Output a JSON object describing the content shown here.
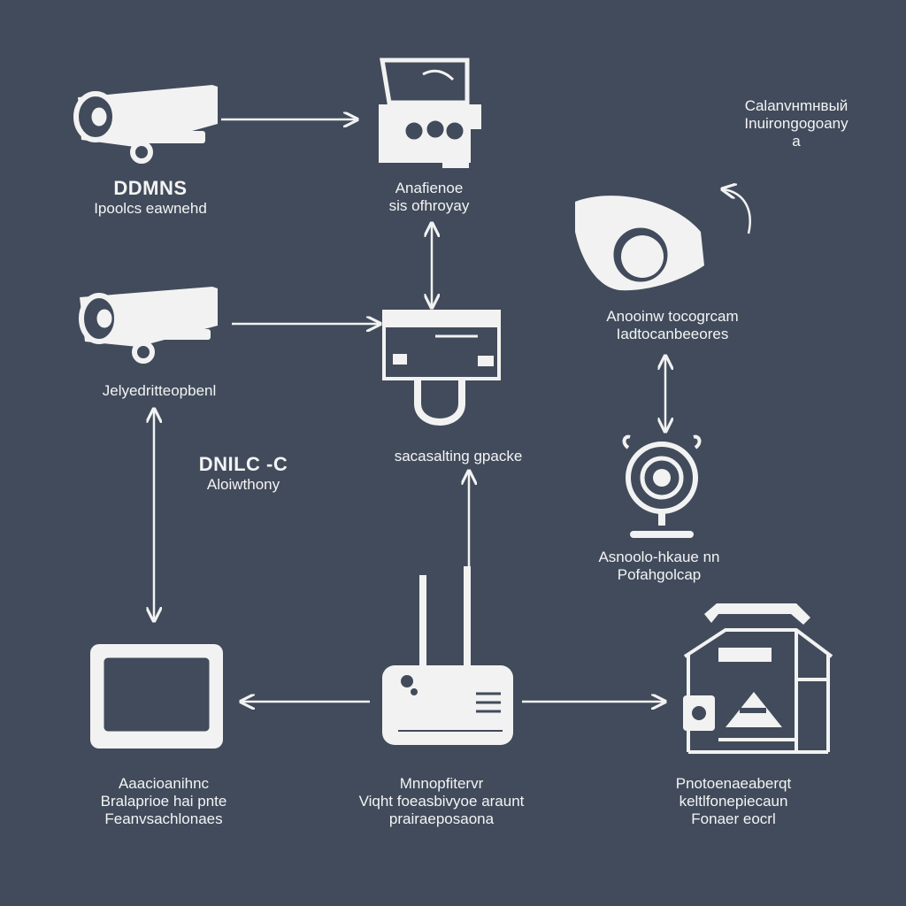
{
  "colors": {
    "background": "#414b5b",
    "foreground": "#f2f2f2"
  },
  "nodes": {
    "top_right_note": {
      "line1": "Calanvнmнвый",
      "line2": "Inuirongogoany",
      "line3": "a"
    },
    "dvr_camera": {
      "title": "DDMNS",
      "line1": "Ipoolcs eawnehd"
    },
    "top_hub": {
      "line1": "Anafienoe",
      "line2": "sis ofhroyay"
    },
    "right_dome_camera": {
      "line1": "Anooinw tocogrcam",
      "line2": "Iadtocanbeeores"
    },
    "mid_camera": {
      "line1": "Jelyedritteopbenl"
    },
    "dnlc": {
      "title": "DNILC -C",
      "line1": "Aloiwthony"
    },
    "center_switch": {
      "line1": "sacasalting gpacke"
    },
    "webcam": {
      "line1": "Asnoolo-hkaue nn",
      "line2": "Pofahgolcap"
    },
    "monitor": {
      "line1": "Aaacioanihnc",
      "line2": "Bralaprioe hai pnte",
      "line3": "Feanvsachlonaes"
    },
    "router": {
      "line1": "Mnnopfitervr",
      "line2": "Viqht foeasbivyoe araunt",
      "line3": "prairaeposaona"
    },
    "house": {
      "line1": "Pnotoenaeaberqt",
      "line2": "keltlfonepiecaun",
      "line3": "Fonaer eocrl"
    }
  }
}
